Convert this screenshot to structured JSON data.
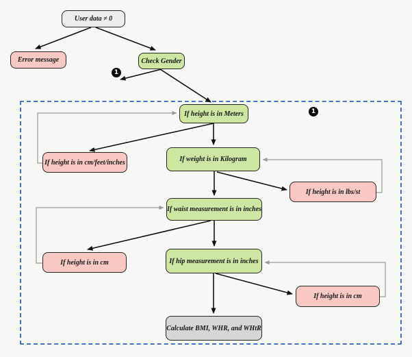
{
  "diagram": {
    "badge_label": "1",
    "nodes": {
      "user_data": {
        "label": "User data ≠ 0"
      },
      "error_message": {
        "label": "Error message"
      },
      "check_gender": {
        "label": "Check Gender"
      },
      "height_meters": {
        "label": "If height is in Meters"
      },
      "height_cm_feet_inches": {
        "label": "If height is in cm/feet/inches"
      },
      "weight_kilogram": {
        "label": "If weight is in Kilogram"
      },
      "height_lbs_st": {
        "label": "If height is in lbs/st"
      },
      "waist_inches": {
        "label": "If waist measurement is in inches"
      },
      "height_cm_left": {
        "label": "If height is in cm"
      },
      "hip_inches": {
        "label": "If hip measurement  is in inches"
      },
      "height_cm_right": {
        "label": "If height is in cm"
      },
      "calculate": {
        "label": "Calculate BMI, WHR, and WHtR"
      }
    },
    "colors": {
      "green_fill": "#cde6a1",
      "pink_fill": "#f9c7c4",
      "gray_fill": "#ededed",
      "calc_fill": "#d6d6d6",
      "node_border": "#262626",
      "dashed_border": "#4472c4",
      "arrow": "#111111",
      "feedback_line": "#9a9a9a",
      "background": "#f7f7f5"
    }
  }
}
